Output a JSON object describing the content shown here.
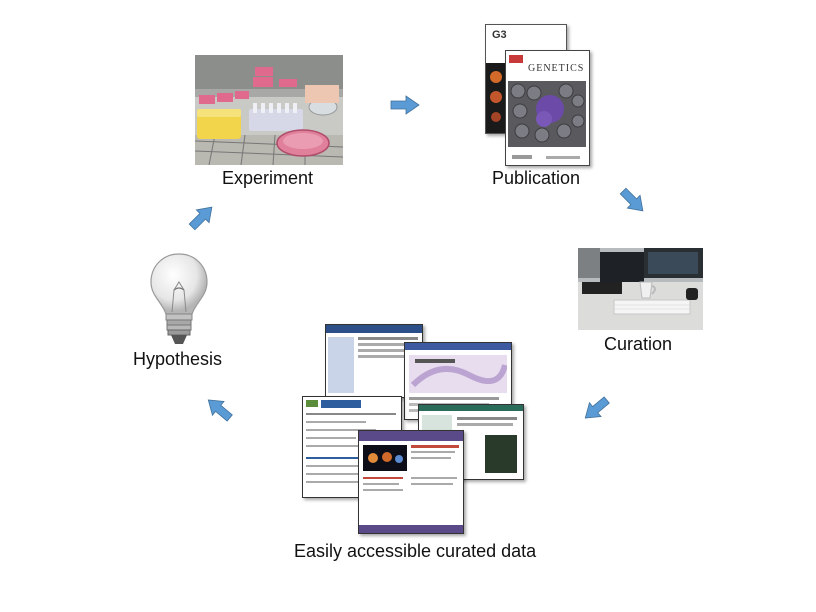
{
  "nodes": {
    "experiment": {
      "label": "Experiment"
    },
    "publication": {
      "label": "Publication"
    },
    "curation": {
      "label": "Curation"
    },
    "data": {
      "label": "Easily accessible curated data"
    },
    "hypothesis": {
      "label": "Hypothesis"
    }
  },
  "journals": {
    "back_title": "G3",
    "front_title": "GENETICS"
  },
  "arrow_color": "#5b9bd5"
}
